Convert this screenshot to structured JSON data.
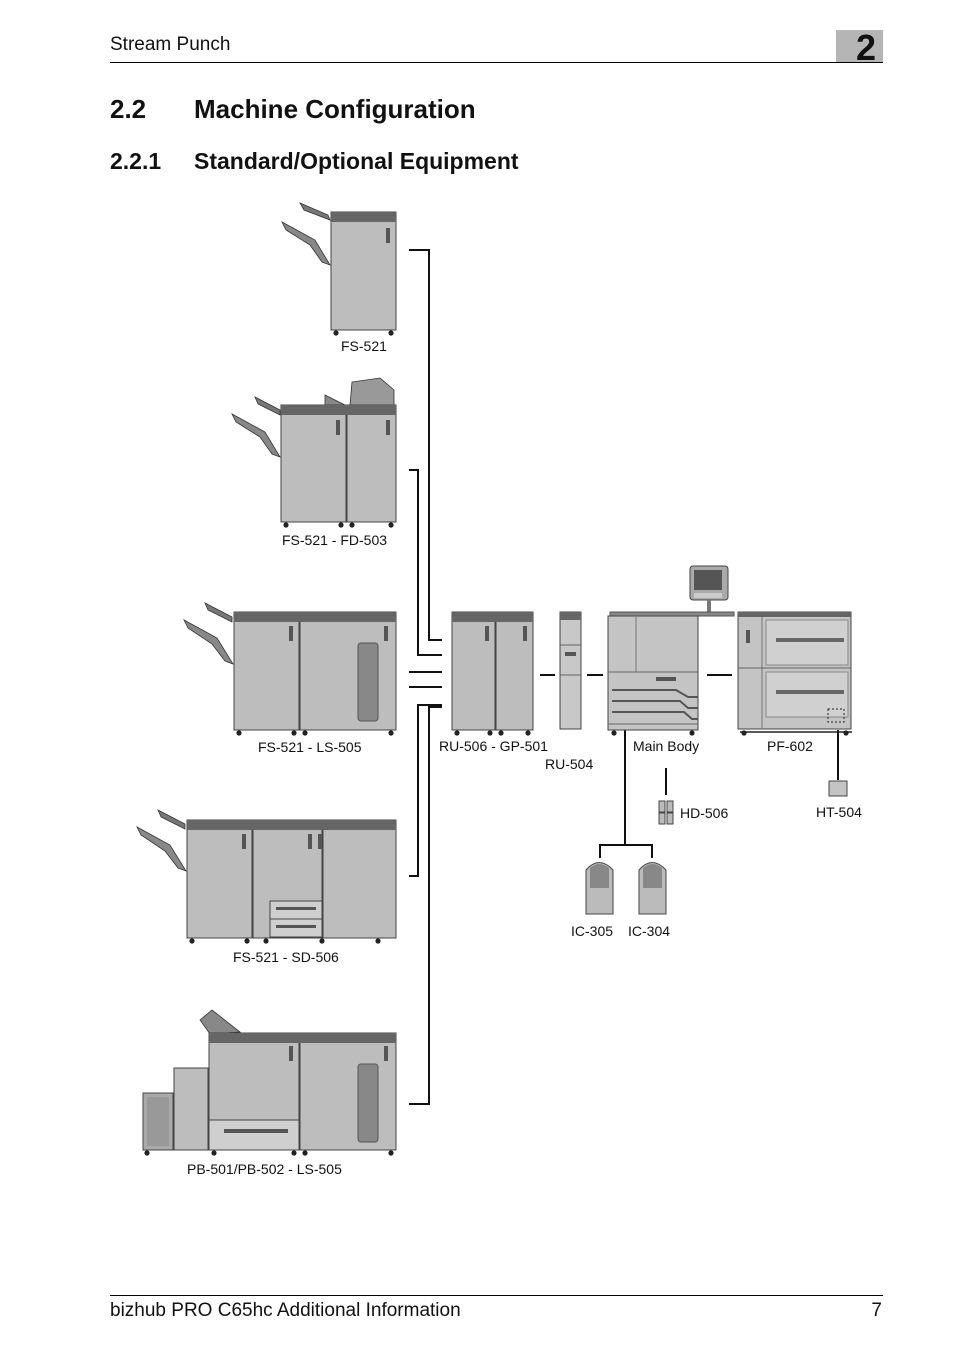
{
  "header": {
    "title": "Stream Punch",
    "chapter": "2"
  },
  "section": {
    "number": "2.2",
    "title": "Machine Configuration"
  },
  "subsection": {
    "number": "2.2.1",
    "title": "Standard/Optional Equipment"
  },
  "diagram": {
    "labels": {
      "fs521": "FS-521",
      "fs521_fd503": "FS-521 - FD-503",
      "fs521_ls505": "FS-521 - LS-505",
      "fs521_sd506": "FS-521 - SD-506",
      "pb501_ls505": "PB-501/PB-502 - LS-505",
      "ru506_gp501": "RU-506 - GP-501",
      "ru504": "RU-504",
      "main_body": "Main Body",
      "pf602": "PF-602",
      "hd506": "HD-506",
      "ht504": "HT-504",
      "ic305": "IC-305",
      "ic304": "IC-304"
    }
  },
  "footer": {
    "title": "bizhub PRO C65hc Additional Information",
    "page": "7"
  }
}
